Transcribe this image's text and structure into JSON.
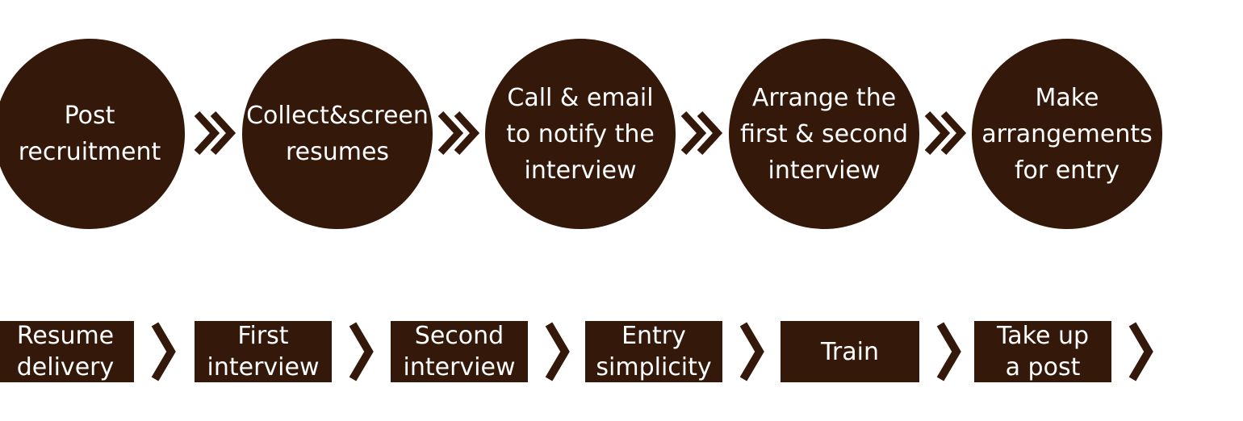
{
  "colors": {
    "fill": "#34180a",
    "text": "#ffffff"
  },
  "top_steps": [
    {
      "lines": [
        "Post",
        "recruitment"
      ]
    },
    {
      "lines": [
        "Collect&screen",
        "resumes"
      ]
    },
    {
      "lines": [
        "Call & email",
        "to notify the",
        "interview"
      ]
    },
    {
      "lines": [
        "Arrange the",
        "first & second",
        "interview"
      ]
    },
    {
      "lines": [
        "Make",
        "arrangements",
        "for entry"
      ]
    }
  ],
  "bottom_steps": [
    {
      "lines": [
        "Resume",
        "delivery"
      ]
    },
    {
      "lines": [
        "First",
        "interview"
      ]
    },
    {
      "lines": [
        "Second",
        "interview"
      ]
    },
    {
      "lines": [
        "Entry",
        "simplicity"
      ]
    },
    {
      "lines": [
        "Train"
      ]
    },
    {
      "lines": [
        "Take up",
        "a post"
      ]
    }
  ]
}
